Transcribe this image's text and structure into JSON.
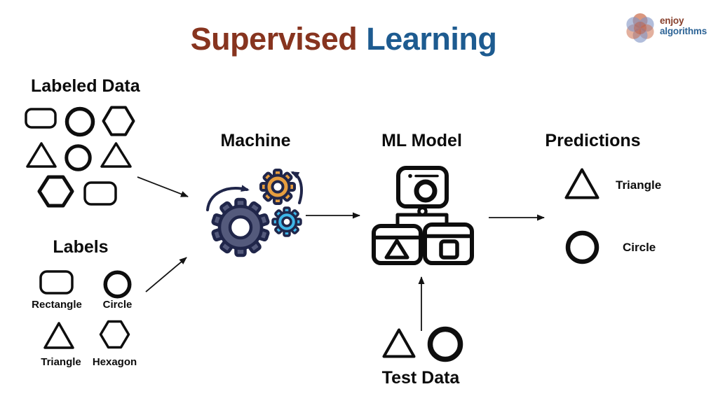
{
  "title": {
    "part1": "Supervised",
    "part2": "Learning"
  },
  "logo": {
    "line1": "enjoy",
    "line2": "algorithms",
    "icon": "flower-petals-icon"
  },
  "sections": {
    "labeled_data": {
      "heading": "Labeled Data",
      "shape_grid": [
        [
          "rounded-rectangle",
          "circle",
          "hexagon"
        ],
        [
          "triangle",
          "circle",
          "triangle"
        ],
        [
          "hexagon",
          "rounded-rectangle"
        ]
      ]
    },
    "labels": {
      "heading": "Labels",
      "items": [
        {
          "shape": "rounded-rectangle",
          "label": "Rectangle"
        },
        {
          "shape": "circle",
          "label": "Circle"
        },
        {
          "shape": "triangle",
          "label": "Triangle"
        },
        {
          "shape": "hexagon",
          "label": "Hexagon"
        }
      ]
    },
    "machine": {
      "heading": "Machine",
      "icon": "gears-icon"
    },
    "ml_model": {
      "heading": "ML Model",
      "icon": "ml-model-icon"
    },
    "predictions": {
      "heading": "Predictions",
      "items": [
        {
          "shape": "triangle",
          "label": "Triangle"
        },
        {
          "shape": "circle",
          "label": "Circle"
        }
      ]
    },
    "test_data": {
      "heading": "Test Data",
      "shapes": [
        "triangle",
        "circle"
      ]
    }
  },
  "flow_arrows": [
    "labeled-data to machine",
    "labels to machine",
    "machine to ml-model",
    "ml-model to predictions",
    "test-data to ml-model"
  ],
  "colors": {
    "background": "#ffffff",
    "ink": "#0d0d0d",
    "title_primary": "#87341f",
    "title_secondary": "#1d5b90",
    "gear_outline_navy": "#20264a",
    "gear_slate": "#545a7c",
    "gear_orange": "#e69d3f",
    "gear_blue": "#3eb6e9",
    "logo_salmon": "#cc6f4e",
    "logo_periwinkle": "#8195c5",
    "logo_text_enjoy": "#87402c",
    "logo_text_algorithms": "#2d6496"
  }
}
